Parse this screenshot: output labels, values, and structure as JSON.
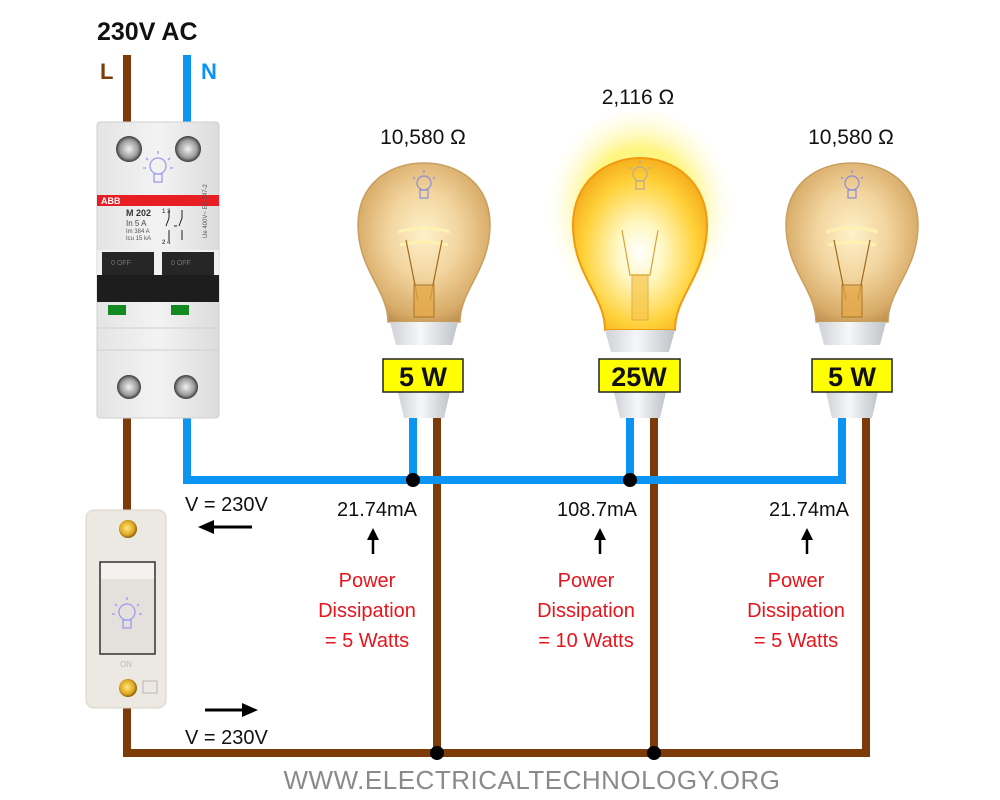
{
  "supply": {
    "title": "230V AC",
    "line_label": "L",
    "neutral_label": "N"
  },
  "colors": {
    "live_wire": "#7d3b0a",
    "neutral_wire": "#0b94f2",
    "power_text": "#e8141b",
    "watt_badge": "#ffff00",
    "watermark": "#8a8a8a",
    "junction": "#000000"
  },
  "breaker": {
    "brand": "ABB",
    "model": "M 202",
    "rating": "In 5 A",
    "im": "Im 384 A",
    "icu": "Icu 15 kA",
    "terminals_top": "1   3",
    "terminals_bottom": "2   4",
    "standard": "Ue 400V~ EC 947-2",
    "state": "0 OFF"
  },
  "switch": {
    "state_label": "ON"
  },
  "voltage_labels": {
    "top": "V = 230V",
    "bottom": "V = 230V"
  },
  "bulbs": [
    {
      "id": "bulb-1",
      "resistance": "10,580 Ω",
      "wattage": "5 W",
      "current": "21.74mA",
      "power_lines": [
        "Power",
        "Dissipation",
        "= 5 Watts"
      ],
      "lit": "dim"
    },
    {
      "id": "bulb-2",
      "resistance": "2,116 Ω",
      "wattage": "25W",
      "current": "108.7mA",
      "power_lines": [
        "Power",
        "Dissipation",
        "= 10 Watts"
      ],
      "lit": "bright"
    },
    {
      "id": "bulb-3",
      "resistance": "10,580 Ω",
      "wattage": "5 W",
      "current": "21.74mA",
      "power_lines": [
        "Power",
        "Dissipation",
        "= 5 Watts"
      ],
      "lit": "dim"
    }
  ],
  "watermark": "WWW.ELECTRICALTECHNOLOGY.ORG"
}
